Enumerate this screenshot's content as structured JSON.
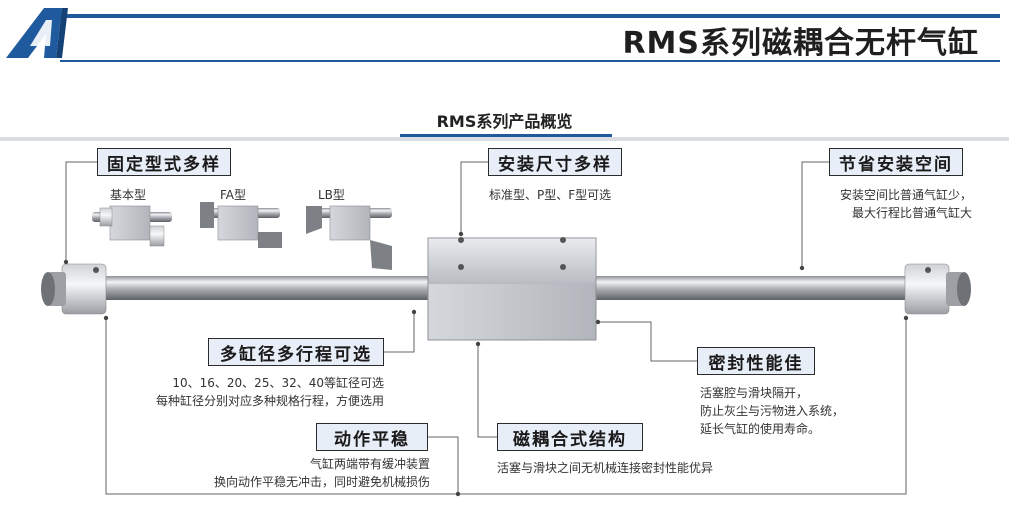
{
  "header": {
    "title": "RMS系列磁耦合无杆气缸"
  },
  "section": {
    "title": "RMS系列产品概览"
  },
  "features": {
    "mounting": {
      "label": "固定型式多样",
      "variants": [
        "基本型",
        "FA型",
        "LB型"
      ]
    },
    "install": {
      "label": "安装尺寸多样",
      "desc": "标准型、P型、F型可选"
    },
    "space": {
      "label": "节省安装空间",
      "desc": [
        "安装空间比普通气缸少，",
        "最大行程比普通气缸大"
      ]
    },
    "bore": {
      "label": "多缸径多行程可选",
      "desc": [
        "10、16、20、25、32、40等缸径可选",
        "每种缸径分别对应多种规格行程，方便选用"
      ]
    },
    "seal": {
      "label": "密封性能佳",
      "desc": [
        "活塞腔与滑块隔开，",
        "防止灰尘与污物进入系统，",
        "延长气缸的使用寿命。"
      ]
    },
    "smooth": {
      "label": "动作平稳",
      "desc": [
        "气缸两端带有缓冲装置",
        "换向动作平稳无冲击，同时避免机械损伤"
      ]
    },
    "magnetic": {
      "label": "磁耦合式结构",
      "desc": "活塞与滑块之间无机械连接密封性能优异"
    }
  },
  "colors": {
    "accent": "#1f5a9e",
    "label_bg": "#e8eef7",
    "logo": "#1f5a9e"
  }
}
